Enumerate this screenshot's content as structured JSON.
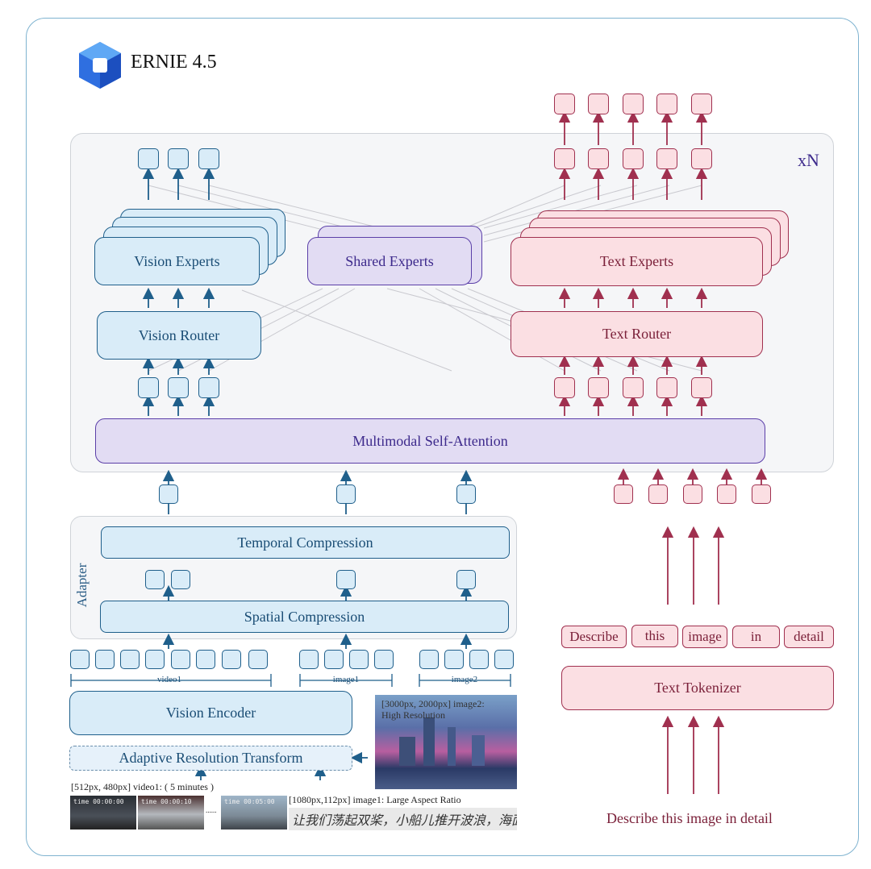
{
  "brand": {
    "title": "ERNIE 4.5",
    "logo_icon": "ernie-cube-logo-icon"
  },
  "stack": {
    "repeat_label": "xN"
  },
  "vision": {
    "experts_label": "Vision Experts",
    "router_label": "Vision Router",
    "encoder_label": "Vision Encoder",
    "adaptive_label": "Adaptive Resolution Transform"
  },
  "shared": {
    "experts_label": "Shared Experts"
  },
  "text": {
    "experts_label": "Text Experts",
    "router_label": "Text Router",
    "tokenizer_label": "Text Tokenizer",
    "input_words": [
      "Describe",
      "this",
      "image",
      "in",
      "detail"
    ],
    "input_sentence": "Describe this image in detail"
  },
  "attention": {
    "label": "Multimodal Self-Attention"
  },
  "adapter": {
    "label": "Adapter",
    "temporal_label": "Temporal Compression",
    "spatial_label": "Spatial Compression"
  },
  "segments": {
    "video": "video1",
    "image1": "image1",
    "image2": "image2"
  },
  "media": {
    "image2_caption": "[3000px, 2000px] image2: High Resolution",
    "video_caption": "[512px, 480px] video1: ( 5 minutes )",
    "image1_caption": "[1080px,112px] image1: Large Aspect Ratio",
    "frame_times": [
      "time 00:00:00",
      "time 00:00:10",
      "time 00:05:00"
    ],
    "ellipsis": "......",
    "handwriting_text": "让我们荡起双桨，小船儿推开波浪，海面"
  },
  "colors": {
    "vision": "#1f5f8b",
    "text": "#a0304f",
    "shared": "#5b3fa8"
  }
}
